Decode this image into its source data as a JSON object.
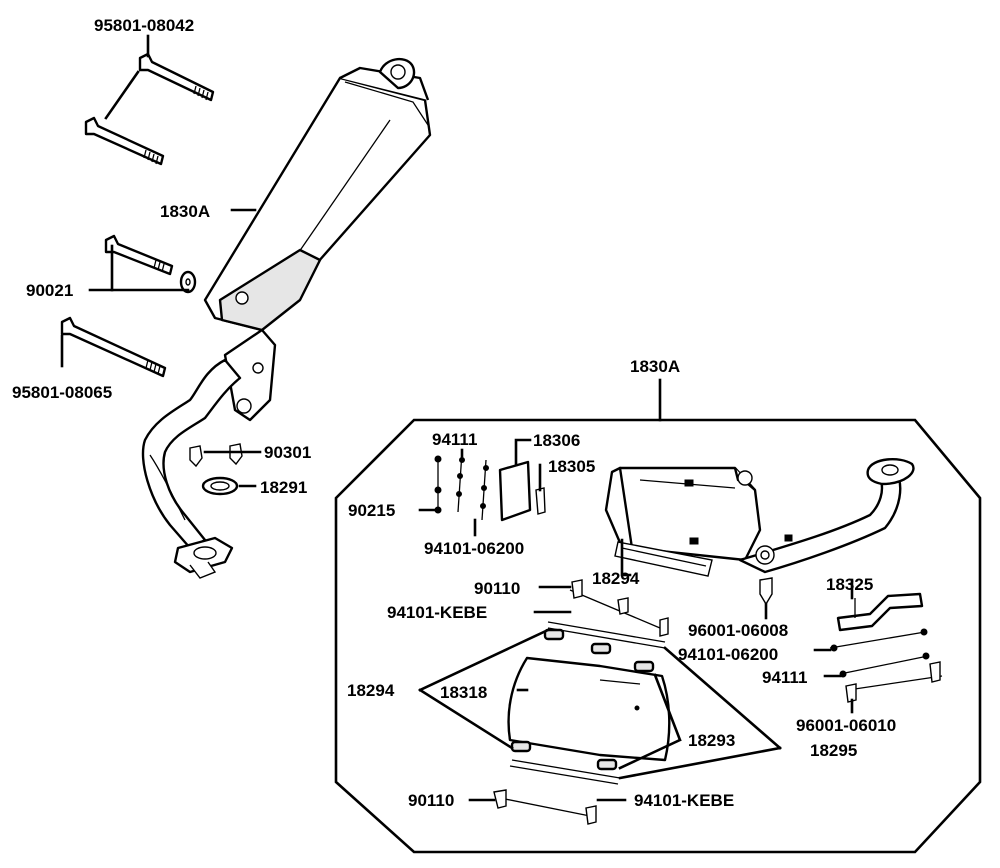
{
  "labels": {
    "p95801_08042": "95801-08042",
    "p1830A_main": "1830A",
    "p90021": "90021",
    "p95801_08065": "95801-08065",
    "p90301": "90301",
    "p18291": "18291",
    "p1830A_box": "1830A",
    "p94111_top": "94111",
    "p18306": "18306",
    "p18305": "18305",
    "p90215": "90215",
    "p94101_06200_left": "94101-06200",
    "p18294_upper": "18294",
    "p90110_upper": "90110",
    "p94101_KEBE_upper": "94101-KEBE",
    "p96001_06008": "96001-06008",
    "p18325": "18325",
    "p94101_06200_right": "94101-06200",
    "p94111_right": "94111",
    "p18294_left": "18294",
    "p18318": "18318",
    "p96001_06010": "96001-06010",
    "p18293": "18293",
    "p18295": "18295",
    "p90110_lower": "90110",
    "p94101_KEBE_lower": "94101-KEBE"
  }
}
